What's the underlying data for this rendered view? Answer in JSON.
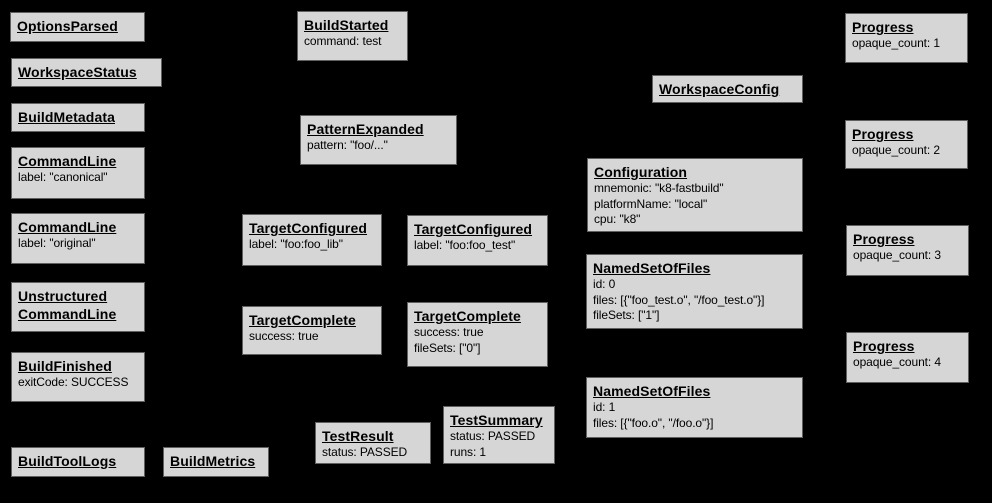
{
  "diagram": {
    "description_colors": {
      "background": "#000000",
      "node_fill": "#d6d6d6",
      "node_border": "#606060",
      "node_text": "#000000"
    }
  },
  "nodes": [
    {
      "id": "options-parsed",
      "title": "OptionsParsed",
      "lines": []
    },
    {
      "id": "workspace-status",
      "title": "WorkspaceStatus",
      "lines": []
    },
    {
      "id": "build-metadata",
      "title": "BuildMetadata",
      "lines": []
    },
    {
      "id": "command-line-canonical",
      "title": "CommandLine",
      "lines": [
        "label: \"canonical\""
      ]
    },
    {
      "id": "command-line-original",
      "title": "CommandLine",
      "lines": [
        "label: \"original\""
      ]
    },
    {
      "id": "unstructured-command-line",
      "title": "Unstructured\nCommandLine",
      "lines": []
    },
    {
      "id": "build-finished",
      "title": "BuildFinished",
      "lines": [
        "exitCode: SUCCESS"
      ]
    },
    {
      "id": "build-tool-logs",
      "title": "BuildToolLogs",
      "lines": []
    },
    {
      "id": "build-metrics",
      "title": "BuildMetrics",
      "lines": []
    },
    {
      "id": "build-started",
      "title": "BuildStarted",
      "lines": [
        "command: test"
      ]
    },
    {
      "id": "pattern-expanded",
      "title": "PatternExpanded",
      "lines": [
        "pattern: \"foo/...\""
      ]
    },
    {
      "id": "target-configured-foo-lib",
      "title": "TargetConfigured",
      "lines": [
        "label: \"foo:foo_lib\""
      ]
    },
    {
      "id": "target-configured-foo-test",
      "title": "TargetConfigured",
      "lines": [
        "label: \"foo:foo_test\""
      ]
    },
    {
      "id": "target-complete-foo-lib",
      "title": "TargetComplete",
      "lines": [
        "success: true"
      ]
    },
    {
      "id": "target-complete-foo-test",
      "title": "TargetComplete",
      "lines": [
        "success: true",
        "fileSets: [\"0\"]"
      ]
    },
    {
      "id": "test-result",
      "title": "TestResult",
      "lines": [
        "status: PASSED"
      ]
    },
    {
      "id": "test-summary",
      "title": "TestSummary",
      "lines": [
        "status: PASSED",
        "runs: 1"
      ]
    },
    {
      "id": "workspace-config",
      "title": "WorkspaceConfig",
      "lines": []
    },
    {
      "id": "configuration",
      "title": "Configuration",
      "lines": [
        "mnemonic: \"k8-fastbuild\"",
        "platformName: \"local\"",
        "cpu: \"k8\""
      ]
    },
    {
      "id": "named-set-of-files-0",
      "title": "NamedSetOfFiles",
      "lines": [
        "id: 0",
        "files: [{\"foo_test.o\", \"/foo_test.o\"}]",
        "fileSets: [\"1\"]"
      ]
    },
    {
      "id": "named-set-of-files-1",
      "title": "NamedSetOfFiles",
      "lines": [
        "id: 1",
        "files: [{\"foo.o\", \"/foo.o\"}]"
      ]
    },
    {
      "id": "progress-1",
      "title": "Progress",
      "lines": [
        "opaque_count: 1"
      ]
    },
    {
      "id": "progress-2",
      "title": "Progress",
      "lines": [
        "opaque_count: 2"
      ]
    },
    {
      "id": "progress-3",
      "title": "Progress",
      "lines": [
        "opaque_count: 3"
      ]
    },
    {
      "id": "progress-4",
      "title": "Progress",
      "lines": [
        "opaque_count: 4"
      ]
    }
  ]
}
